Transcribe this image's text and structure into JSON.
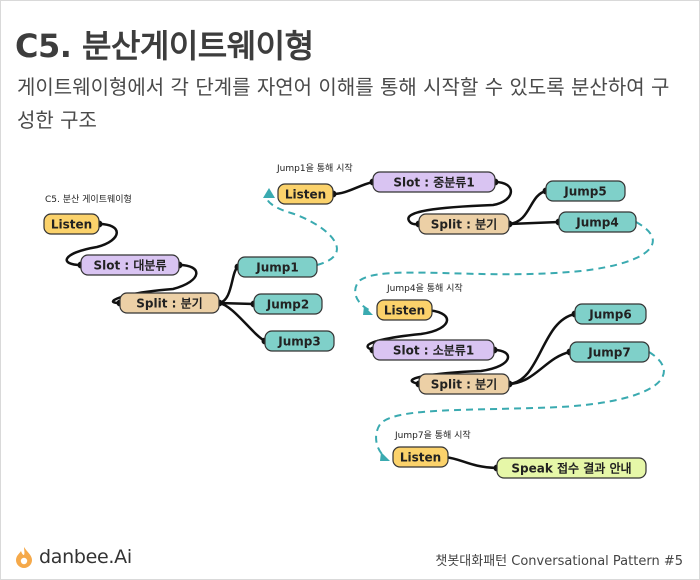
{
  "header": {
    "title": "C5. 분산게이트웨이형",
    "subtitle": "게이트웨이형에서 각 단계를 자연어 이해를 통해 시작할 수 있도록 분산하여 구성한 구조"
  },
  "diagram": {
    "caption_main": "C5. 분산 게이트웨이형",
    "caption_jump1": "Jump1을 통해 시작",
    "caption_jump4": "Jump4을 통해 시작",
    "caption_jump7": "Jump7을 통해 시작",
    "nodes": {
      "listen1": "Listen",
      "slot1": "Slot : 대분류",
      "split1": "Split : 분기",
      "jump1": "Jump1",
      "jump2": "Jump2",
      "jump3": "Jump3",
      "listen2": "Listen",
      "slot2": "Slot : 중분류1",
      "split2": "Split : 분기",
      "jump5": "Jump5",
      "jump4": "Jump4",
      "listen3": "Listen",
      "slot3": "Slot : 소분류1",
      "split3": "Split : 분기",
      "jump6": "Jump6",
      "jump7": "Jump7",
      "listen4": "Listen",
      "speak": "Speak 접수 결과 안내"
    },
    "colors": {
      "listen": "#fbd26b",
      "slot": "#d9c4f2",
      "split": "#ecd0a6",
      "jump": "#7fd0c9",
      "speak": "#e6f7a8",
      "dashed": "#3aaab0",
      "line": "#111111"
    }
  },
  "brand": {
    "logo_icon": "flame-icon",
    "name": "danbee.Ai"
  },
  "footer": {
    "text": "챗봇대화패턴 Conversational Pattern #5"
  }
}
